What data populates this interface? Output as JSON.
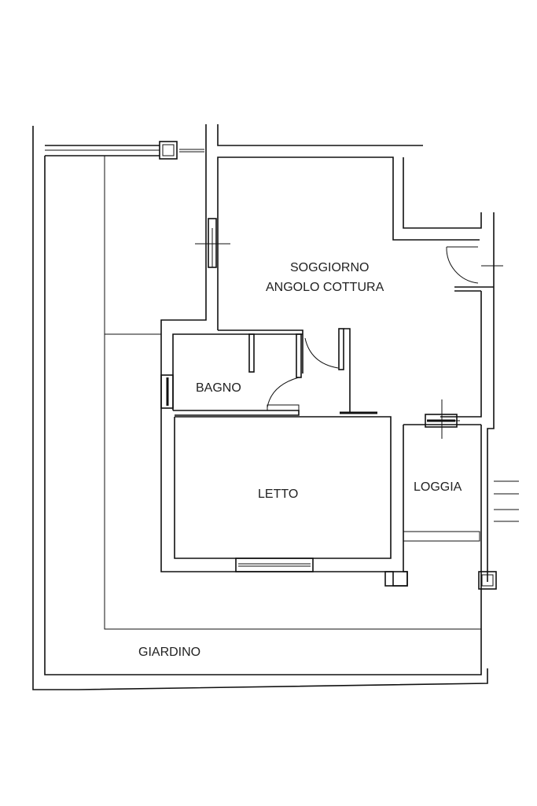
{
  "rooms": {
    "soggiorno": "SOGGIORNO",
    "angolo_cottura": "ANGOLO COTTURA",
    "bagno": "BAGNO",
    "letto": "LETTO",
    "loggia": "LOGGIA",
    "giardino": "GIARDINO"
  }
}
